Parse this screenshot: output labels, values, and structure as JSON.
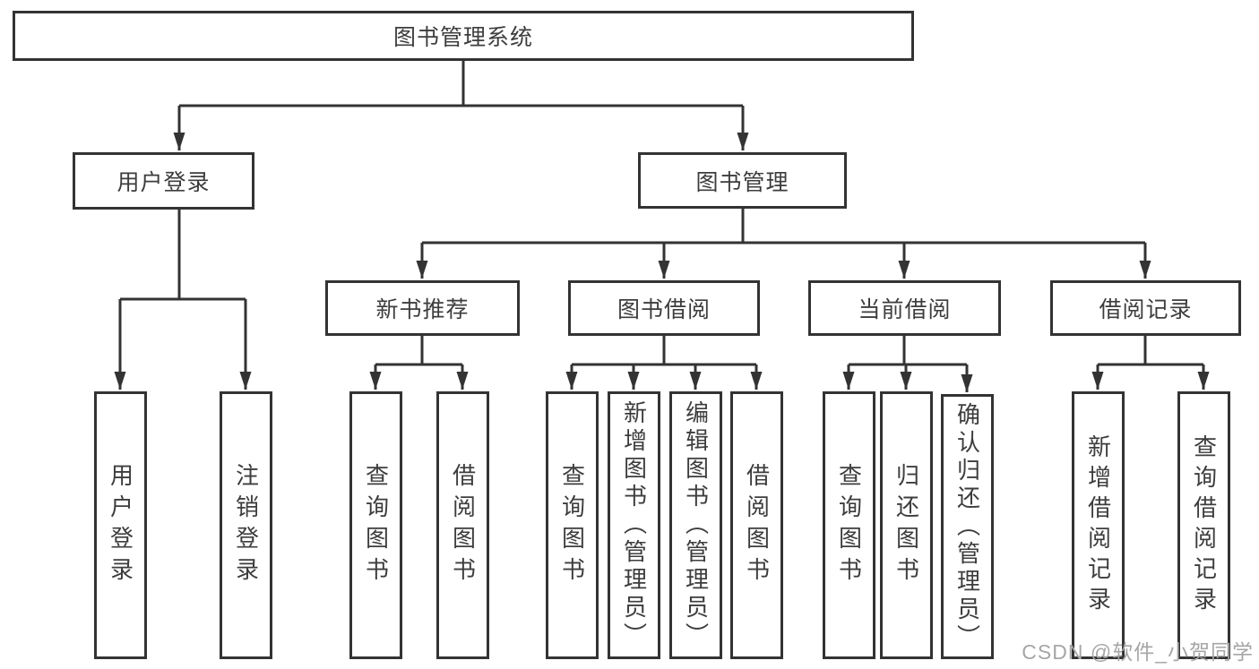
{
  "diagram_title": "图书管理系统",
  "tree": {
    "label": "图书管理系统",
    "children": [
      {
        "label": "用户登录",
        "children": [
          {
            "label": "用户登录"
          },
          {
            "label": "注销登录"
          }
        ]
      },
      {
        "label": "图书管理",
        "children": [
          {
            "label": "新书推荐",
            "children": [
              {
                "label": "查询图书"
              },
              {
                "label": "借阅图书"
              }
            ]
          },
          {
            "label": "图书借阅",
            "children": [
              {
                "label": "查询图书"
              },
              {
                "label": "新增图书（管理员）"
              },
              {
                "label": "编辑图书（管理员）"
              },
              {
                "label": "借阅图书"
              }
            ]
          },
          {
            "label": "当前借阅",
            "children": [
              {
                "label": "查询图书"
              },
              {
                "label": "归还图书"
              },
              {
                "label": "确认归还（管理员）"
              }
            ]
          },
          {
            "label": "借阅记录",
            "children": [
              {
                "label": "新增借阅记录"
              },
              {
                "label": "查询借阅记录"
              }
            ]
          }
        ]
      }
    ]
  },
  "watermark": "CSDN @软件_小贺同学",
  "colors": {
    "line": "#333333",
    "text": "#3d3d3d",
    "watermark": "#a6a6a6",
    "background": "#ffffff"
  }
}
